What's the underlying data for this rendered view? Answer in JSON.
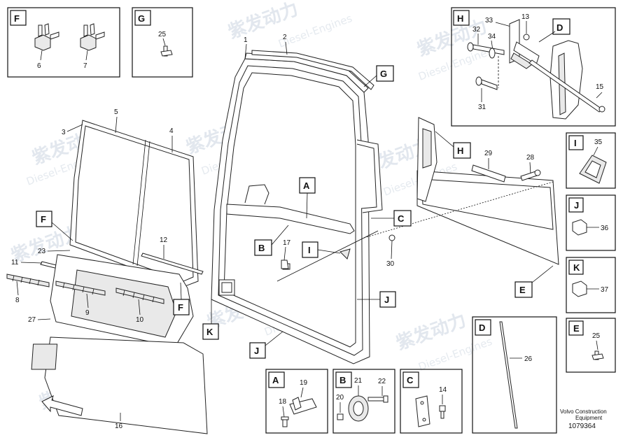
{
  "watermark": {
    "brand_cn": "紫发动力",
    "brand_en": "Diesel-Engines"
  },
  "footer": {
    "company": "Volvo Construction",
    "subtitle": "Equipment",
    "drawing_number": "1079364"
  },
  "letters": {
    "F": "F",
    "G": "G",
    "H": "H",
    "D": "D",
    "I": "I",
    "J": "J",
    "K": "K",
    "E": "E",
    "A": "A",
    "B": "B",
    "C": "C"
  },
  "parts": {
    "p1": "1",
    "p2": "2",
    "p3": "3",
    "p4": "4",
    "p5": "5",
    "p6": "6",
    "p7": "7",
    "p8": "8",
    "p9": "9",
    "p10": "10",
    "p11": "11",
    "p12": "12",
    "p13": "13",
    "p14": "14",
    "p15": "15",
    "p16": "16",
    "p17": "17",
    "p18": "18",
    "p19": "19",
    "p20": "20",
    "p21": "21",
    "p22": "22",
    "p23": "23",
    "p25": "25",
    "p26": "26",
    "p27": "27",
    "p28": "28",
    "p29": "29",
    "p30": "30",
    "p31": "31",
    "p32": "32",
    "p33": "33",
    "p34": "34",
    "p35": "35",
    "p36": "36",
    "p37": "37"
  }
}
